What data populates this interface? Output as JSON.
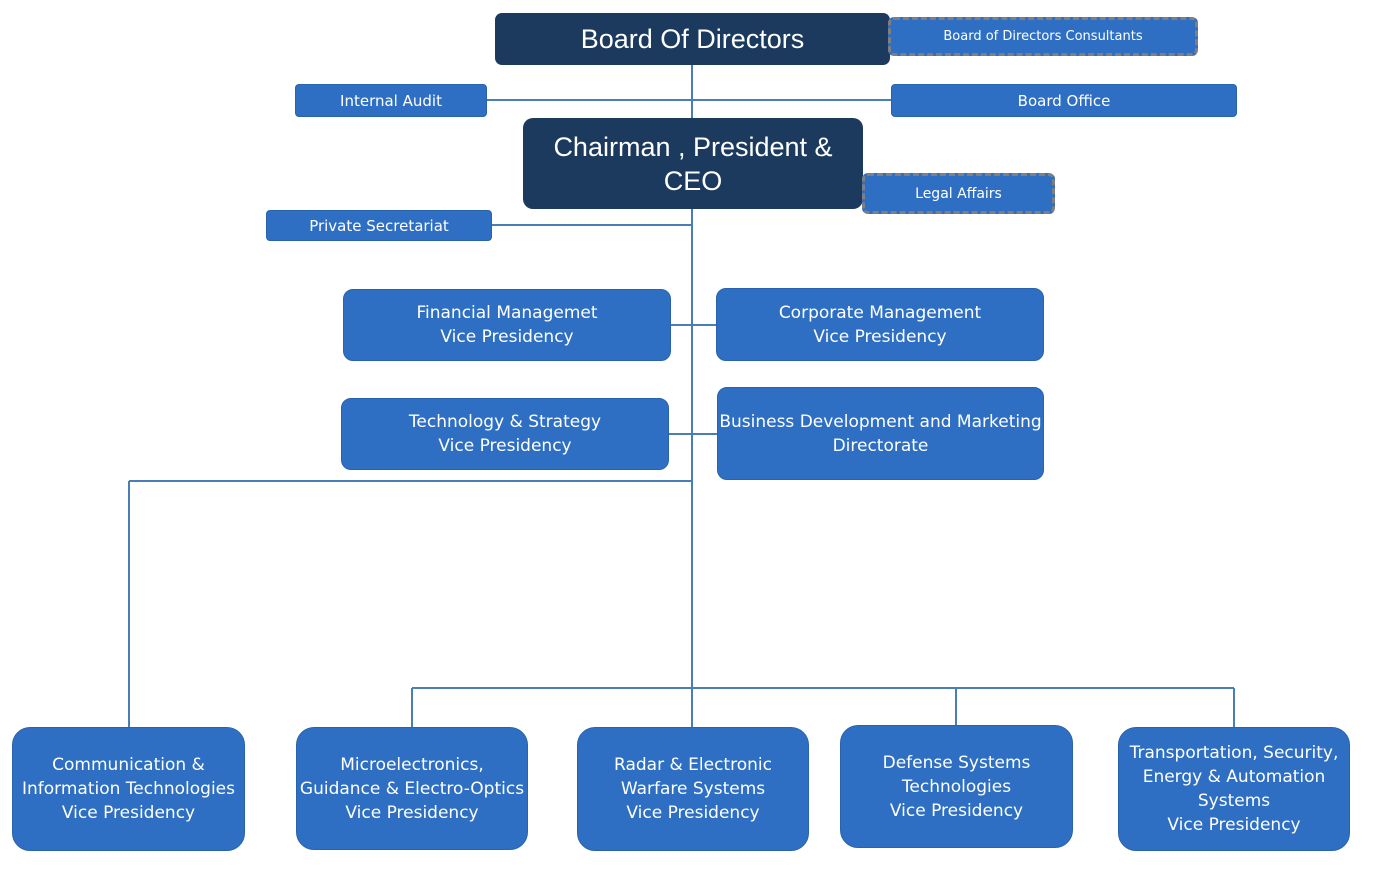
{
  "board": {
    "title": "Board Of Directors",
    "consultants": "Board of Directors Consultants",
    "internal_audit": "Internal Audit",
    "board_office": "Board Office"
  },
  "ceo": {
    "title": "Chairman , President &\nCEO",
    "legal_affairs": "Legal Affairs",
    "private_secretariat": "Private Secretariat"
  },
  "staff_units": {
    "financial": "Financial Managemet\nVice Presidency",
    "corporate": "Corporate Management\nVice Presidency",
    "technology": "Technology & Strategy\nVice Presidency",
    "business": "Business Development and Marketing\nDirectorate"
  },
  "sectors": [
    "Communication &\nInformation Technologies\nVice Presidency",
    "Microelectronics,\nGuidance & Electro-Optics\nVice Presidency",
    "Radar & Electronic\nWarfare Systems\nVice Presidency",
    "Defense Systems\nTechnologies\nVice Presidency",
    "Transportation, Security,\nEnergy & Automation\nSystems\nVice Presidency"
  ],
  "colors": {
    "dark_box": "#1b3a5e",
    "blue_box": "#2e6fc4",
    "connector": "#4a7fb5",
    "dashed_border": "#7f7f7f"
  }
}
